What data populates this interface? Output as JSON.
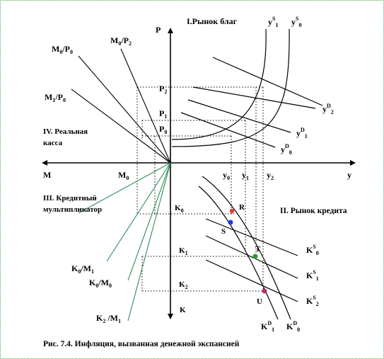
{
  "diagram": {
    "quadrants": {
      "goods_market": "I.Рынок благ",
      "credit_market": "II. Рынок кредита",
      "credit_multiplier": "III. Кредитный мультипликатор",
      "real_cash": "IV. Реальная касса"
    },
    "axes": {
      "price": "P",
      "output": "y",
      "money": "M",
      "credit": "K"
    },
    "ticks": {
      "p2": "P2",
      "p1": "P1",
      "p0": "P0",
      "m0": "M0",
      "y0": "y0",
      "y1": "y1",
      "y2": "y2",
      "k0": "K0",
      "k1": "K1",
      "k2": "K2"
    },
    "curves": {
      "ys1": "yS1",
      "ys0": "yS0",
      "yd2": "yD2",
      "yd1": "yD1",
      "yd0": "yD0",
      "ks0": "KS0",
      "ks1": "KS1",
      "ks2": "KS2",
      "kd1": "KD1",
      "kd0": "KD0"
    },
    "rays": {
      "m0_p0": "M0/P0",
      "m0_p2": "M0/P2",
      "m1_p0": "M1/P0",
      "k0_m1": "K0/M1",
      "k0_m0": "K0/M0",
      "k2_m1": "K2 /M1"
    },
    "points": {
      "r": "R",
      "s": "S",
      "t": "T",
      "u": "U"
    },
    "colors": {
      "credit_ray": "#2e8b57",
      "point_r": "#e53935",
      "point_s": "#1e3adf",
      "point_t": "#2e9b2e",
      "point_u": "#b0306a"
    },
    "caption": "Рис. 7.4. Инфляция, вызванная денежной экспансией"
  }
}
